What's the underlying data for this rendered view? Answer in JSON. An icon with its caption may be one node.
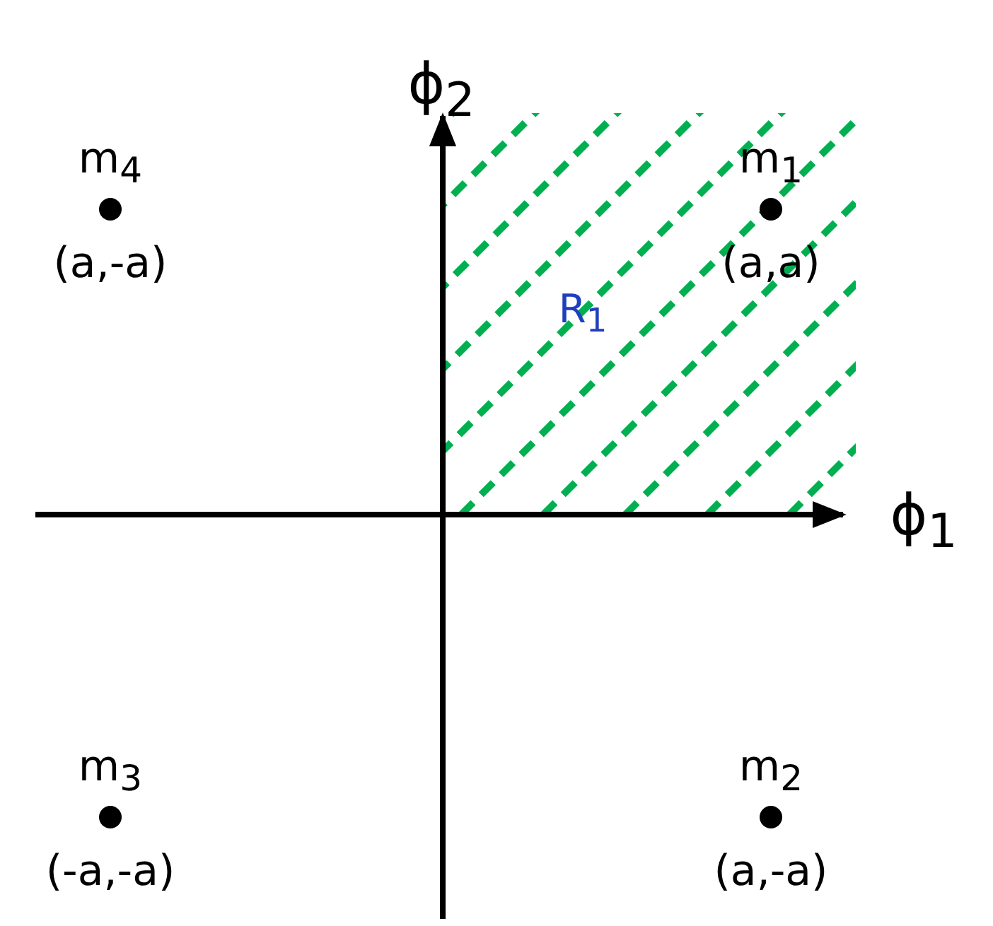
{
  "diagram": {
    "nodes": [
      {
        "text": [],
        "shape": "circle",
        "beside": [
          "m$_{4}$",
          "(a,-a)"
        ]
      },
      {
        "text": [],
        "shape": "circle",
        "beside": [
          "m$_{1}$",
          "(a,a)"
        ]
      },
      {
        "text": [],
        "shape": "circle",
        "beside": [
          "m$_{3}$",
          "(-a,-a)"
        ]
      },
      {
        "text": [],
        "shape": "circle",
        "beside": [
          "m$_{2}$",
          "(a,-a)"
        ]
      }
    ],
    "labels": [
      "ϕ$_{2}$",
      "ϕ$_{1}$",
      "R$_{1}$"
    ]
  }
}
